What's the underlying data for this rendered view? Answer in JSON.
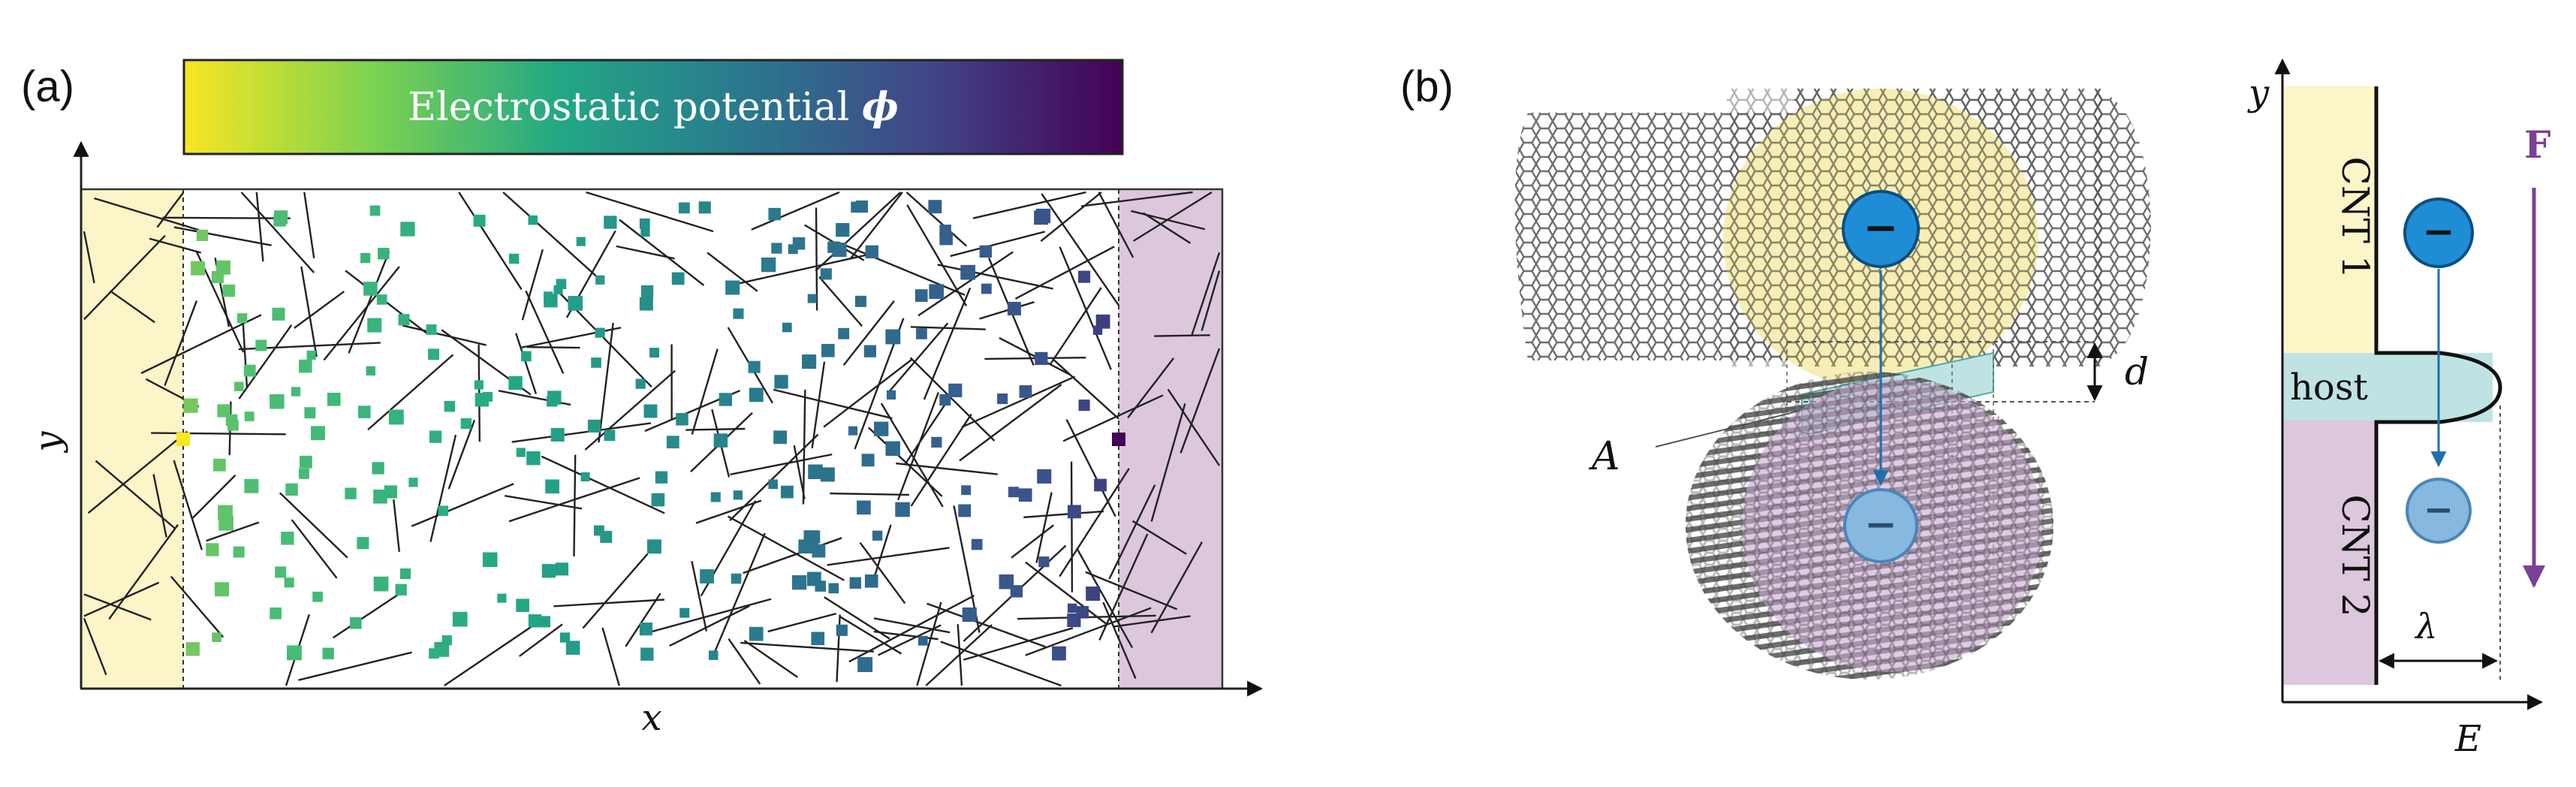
{
  "panel_a": {
    "label": "(a)",
    "colorbar_label": "Electrostatic potential ",
    "colorbar_symbol": "ϕ",
    "colorbar_stops": [
      "#f8e621",
      "#7dd250",
      "#22a785",
      "#2a788e",
      "#414487",
      "#440154"
    ],
    "x_axis_label": "x",
    "y_axis_label": "y",
    "left_electrode_color": "#fbf5c8",
    "right_electrode_color": "#dcc7dc",
    "node_color_scale": [
      "#f8e621",
      "#4dbf73",
      "#22a785",
      "#2a788e",
      "#3b528b",
      "#440154"
    ]
  },
  "panel_b": {
    "label": "(b)",
    "gap_label": "d",
    "area_label": "A",
    "cnt1_label": "CNT 1",
    "cnt2_label": "CNT 2",
    "host_label": "host",
    "force_label": "F",
    "lambda_label": "λ",
    "y_axis_label": "y",
    "energy_axis_label": "E",
    "electron_symbol": "−",
    "colors": {
      "cnt1_fill": "#fbf5c8",
      "cnt2_fill": "#dcc7dc",
      "host_fill": "#bfe3e3",
      "electron": "#1f8dd6",
      "electron_faded": "#86b8e0",
      "force_arrow": "#7b3f98"
    }
  }
}
